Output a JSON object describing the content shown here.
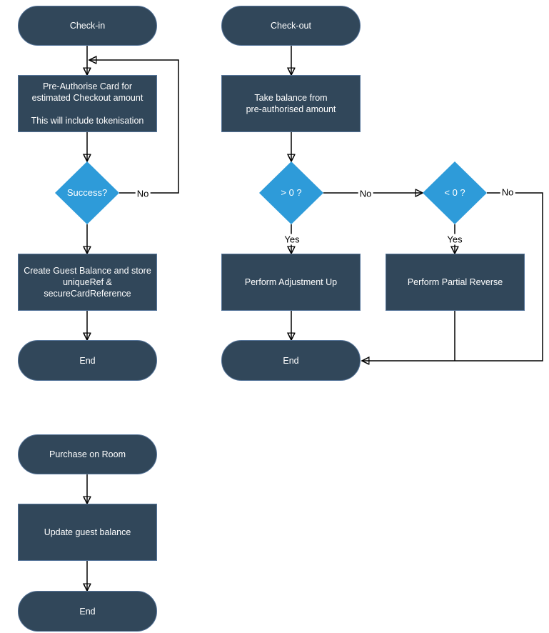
{
  "colors": {
    "node_fill": "#31475a",
    "node_border": "#56759a",
    "decision_fill": "#2e9bd9",
    "node_text": "#ffffff",
    "connector": "#000000",
    "edge_label_text": "#000000",
    "background": "#ffffff"
  },
  "flows": {
    "checkin": {
      "start": "Check-in",
      "preauthorise": "Pre-Authorise Card for\nestimated Checkout amount\n\nThis will include tokenisation",
      "success_decision": "Success?",
      "success_no": "No",
      "create_balance": "Create Guest Balance and store\nuniqueRef &\nsecureCardReference",
      "end": "End"
    },
    "checkout": {
      "start": "Check-out",
      "take_balance": "Take balance from\npre-authorised amount",
      "gt_zero_decision": "> 0 ?",
      "gt_zero_yes": "Yes",
      "gt_zero_no": "No",
      "adjustment_up": "Perform Adjustment Up",
      "lt_zero_decision": "< 0 ?",
      "lt_zero_yes": "Yes",
      "lt_zero_no": "No",
      "partial_reverse": "Perform Partial Reverse",
      "end": "End"
    },
    "purchase": {
      "start": "Purchase on Room",
      "update_balance": "Update guest balance",
      "end": "End"
    }
  }
}
